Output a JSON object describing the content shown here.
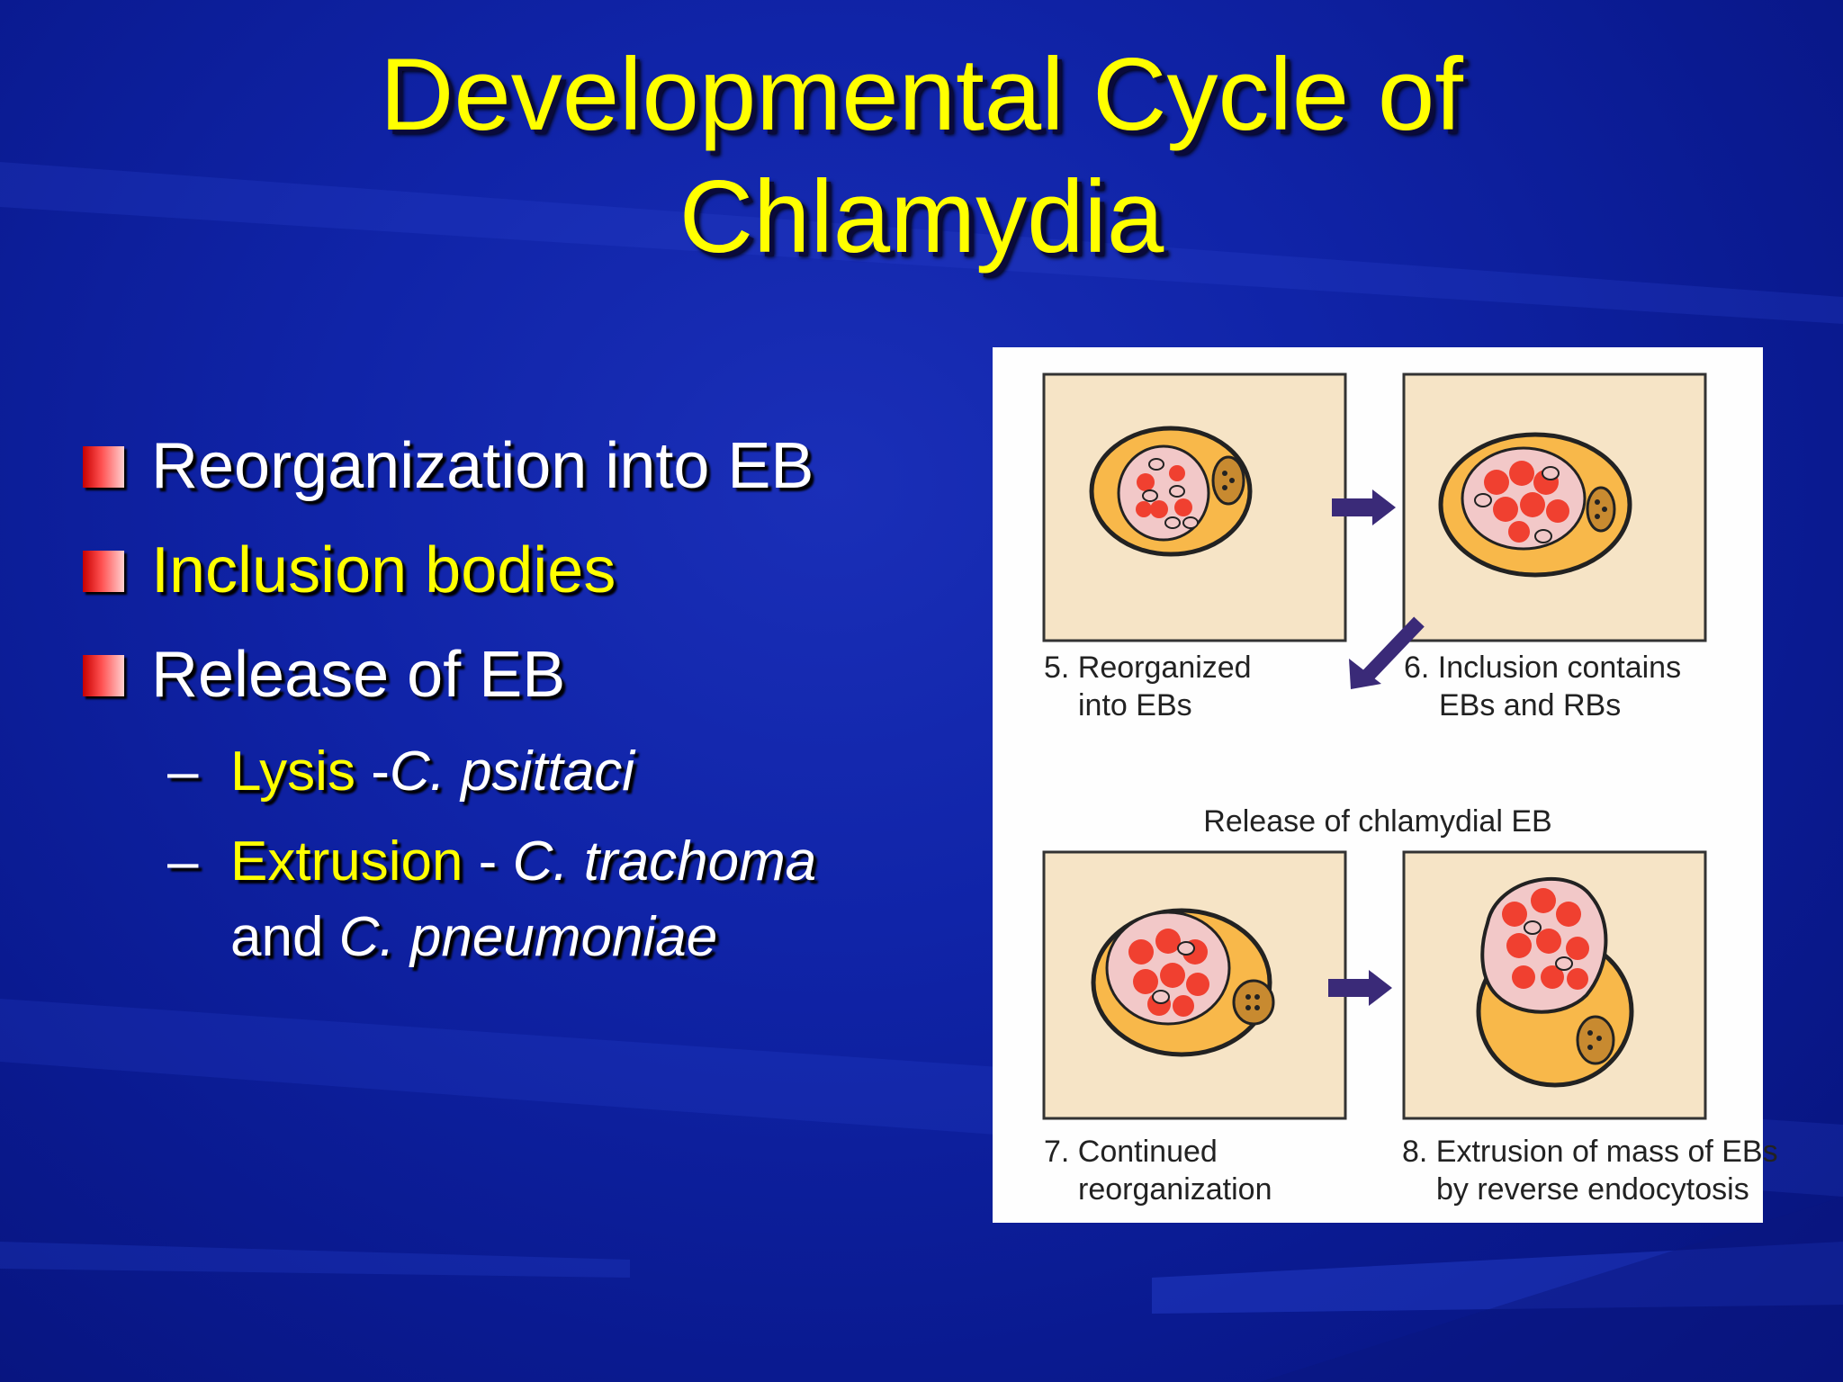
{
  "slide": {
    "title_line1": "Developmental Cycle of",
    "title_line2": "Chlamydia"
  },
  "bullets": [
    {
      "text": "Reorganization into EB",
      "color": "#ffffff"
    },
    {
      "text": "Inclusion bodies",
      "color": "#ffff00"
    },
    {
      "text": "Release of EB",
      "color": "#ffffff"
    }
  ],
  "sub_bullets": [
    {
      "dash": "–",
      "label": "Lysis",
      "sep": " -",
      "species": "C. psittaci"
    },
    {
      "dash": "–",
      "label": "Extrusion",
      "sep": " - ",
      "species": "C. trachoma",
      "line2_prefix": "and ",
      "line2_species": "C. pneumoniae"
    }
  ],
  "figure": {
    "caption5_line1": "5. Reorganized",
    "caption5_line2": "into EBs",
    "caption6_line1": "6. Inclusion contains",
    "caption6_line2": "EBs and RBs",
    "center_label": "Release of chlamydial EB",
    "caption7_line1": "7. Continued",
    "caption7_line2": "reorganization",
    "caption8_line1": "8. Extrusion of mass of EBs",
    "caption8_line2": "by reverse endocytosis"
  },
  "colors": {
    "title": "#ffff00",
    "background": "#1024a8",
    "panel_bg": "#f6e4c6",
    "cell_fill": "#f8b84a",
    "inclusion_fill": "#f2c8c8",
    "rb_red": "#f04030",
    "arrow": "#3a2a78"
  }
}
